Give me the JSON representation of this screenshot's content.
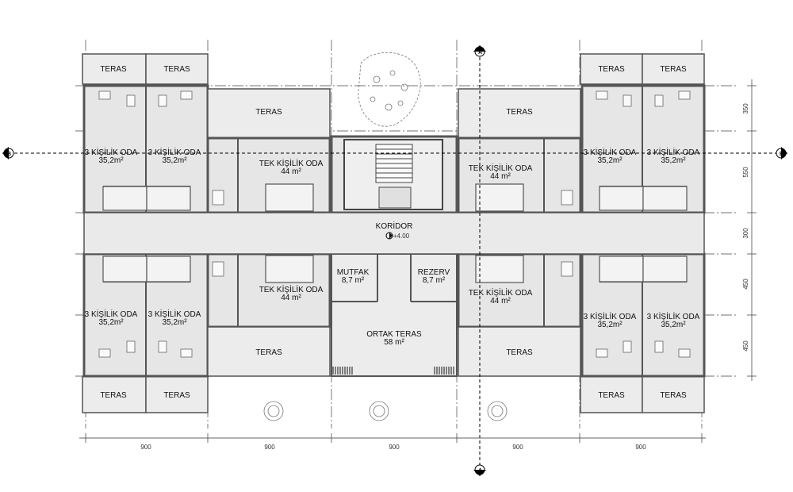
{
  "rooms": {
    "teras": "TERAS",
    "room3": "3 KİŞİLİK ODA",
    "room3_area": "35,2m²",
    "single": "TEK KİŞİLİK ODA",
    "single_area": "44 m²",
    "koridor": "KORİDOR",
    "level": "+4.00",
    "mutfak": "MUTFAK",
    "mutfak_area": "8,7 m²",
    "rezerv": "REZERV",
    "rezerv_area": "8,7 m²",
    "ortak": "ORTAK TERAS",
    "ortak_area": "58 m²"
  },
  "dimensions": {
    "horizontal": [
      "900",
      "900",
      "900",
      "900",
      "900"
    ],
    "vertical": [
      "350",
      "550",
      "300",
      "450",
      "450"
    ]
  },
  "axes": {
    "a": "A",
    "b": "B"
  },
  "colors": {
    "fill": "#e6e6e6",
    "wall": "#555555",
    "line": "#333333"
  }
}
